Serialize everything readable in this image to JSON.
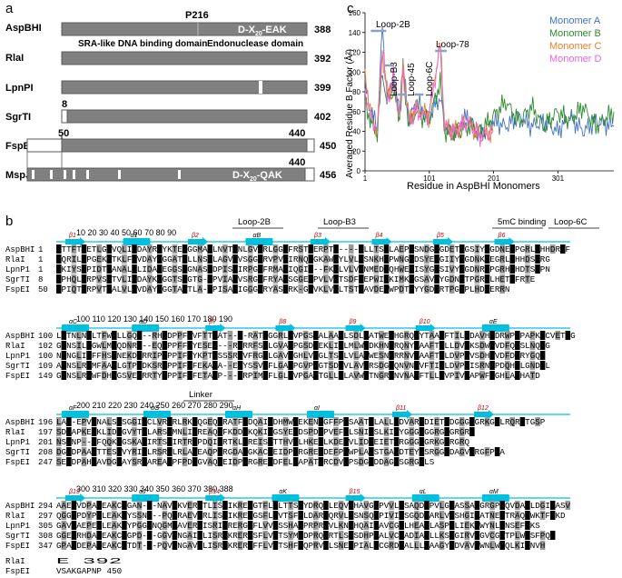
{
  "panel_a": {
    "label": "a",
    "bars": [
      {
        "name": "AspBHI",
        "length": "388"
      },
      {
        "name": "RlaI",
        "length": "392"
      },
      {
        "name": "LpnPI",
        "length": "399"
      },
      {
        "name": "SgrTI",
        "length": "402"
      },
      {
        "name": "FspEI",
        "length": "450"
      },
      {
        "name": "MspJI",
        "length": "456"
      }
    ],
    "p216_label": "P216",
    "aspbhi_motif": "D-X",
    "aspbhi_motif_sub": "20",
    "aspbhi_motif_end": "-EAK",
    "sra_domain": "SRA-like DNA binding domain",
    "endo_domain": "Endonuclease domain",
    "sgrti_start": "8",
    "fspei_start": "50",
    "fspei_end": "440",
    "mspji_end": "440",
    "mspji_motif": "D-X",
    "mspji_motif_sub": "20",
    "mspji_motif_end": "-QAK",
    "colors": {
      "bar": "#808080",
      "bar_edge": "#5a5a5a",
      "gap": "#ffffff"
    }
  },
  "panel_c": {
    "label": "c",
    "ylabel": "Averaged Residue B Factor (Å²)",
    "xlabel": "Residue in AspBHI Monomers",
    "yticks": [
      "0",
      "20",
      "40",
      "60",
      "80",
      "100",
      "120",
      "140",
      "160"
    ],
    "xticks": [
      "1",
      "101",
      "201",
      "301"
    ],
    "legend": [
      "Monomer A",
      "Monomer B",
      "Monomer C",
      "Monomer D"
    ],
    "annotations": [
      "Loop-2B",
      "Loop-B3",
      "Loop-45",
      "Loop-6C",
      "Loop-78"
    ],
    "colors": {
      "A": "#4472c4",
      "B": "#2e8b2e",
      "C": "#ed7d31",
      "D": "#e868d8"
    }
  },
  "chart_data": [
    {
      "type": "line",
      "title": "",
      "xlabel": "Residue in AspBHI Monomers",
      "ylabel": "Averaged Residue B Factor (Å²)",
      "xlim": [
        1,
        388
      ],
      "ylim": [
        0,
        160
      ],
      "grid": false,
      "legend_position": "top-right",
      "series": [
        {
          "name": "Monomer A",
          "x": [
            1,
            10,
            20,
            28,
            35,
            45,
            55,
            60,
            70,
            80,
            100,
            118,
            125,
            140,
            160,
            180,
            200,
            220,
            240,
            260,
            280,
            300,
            320,
            340,
            360,
            388
          ],
          "values": [
            85,
            60,
            45,
            145,
            75,
            90,
            60,
            105,
            50,
            70,
            55,
            75,
            45,
            40,
            55,
            35,
            50,
            45,
            55,
            45,
            50,
            40,
            55,
            40,
            50,
            45
          ]
        },
        {
          "name": "Monomer B",
          "x": [
            1,
            10,
            20,
            28,
            35,
            45,
            55,
            60,
            70,
            80,
            100,
            118,
            125,
            140,
            160,
            180,
            200,
            220,
            240,
            260,
            280,
            300,
            320,
            340,
            360,
            388
          ],
          "values": [
            70,
            50,
            40,
            100,
            70,
            80,
            55,
            95,
            45,
            60,
            50,
            90,
            40,
            35,
            45,
            40,
            55,
            70,
            50,
            65,
            45,
            60,
            50,
            65,
            45,
            60
          ]
        },
        {
          "name": "Monomer C",
          "x": [
            1,
            10,
            20,
            28,
            35,
            45,
            55,
            60,
            70,
            80,
            100,
            118,
            125,
            140,
            160,
            180,
            200
          ],
          "values": [
            100,
            55,
            40,
            120,
            80,
            85,
            60,
            110,
            50,
            65,
            55,
            130,
            45,
            40,
            50,
            35,
            40
          ]
        },
        {
          "name": "Monomer D",
          "x": [
            1,
            10,
            20,
            28,
            35,
            45,
            55,
            60,
            70,
            80,
            100,
            118,
            125,
            140,
            160,
            180,
            200
          ],
          "values": [
            80,
            55,
            40,
            130,
            70,
            95,
            55,
            100,
            50,
            60,
            55,
            125,
            45,
            40,
            50,
            35,
            40
          ]
        }
      ]
    }
  ],
  "panel_b": {
    "label": "b",
    "blocks": [
      {
        "ruler": "10        20        30        40        50        60        70        80        90",
        "annots": [
          "Loop-2B",
          "Loop-B3",
          "5mC binding",
          "Loop-6C"
        ],
        "rows": [
          {
            "name": "AspBHI",
            "start": "1",
            "seq": "MTTFTGETLGQVQLIVDAYRGYKTERGGMADLNVTVNLGVSRLGGGFRSTRERPT-----LLLTSNLAEPSSNDGIGDETGGSIYYGDNERPGRLAHHDRRF"
          },
          {
            "name": "RlaI",
            "start": "1",
            "seq": "MQRILRPGEKRTKLFVVDAYSGGATNLLNSKLAGVGVSGGFRVPVNIRNQKGKAWPYLVLTSNKHEPWNGEDSYEGGIIYYGDNKTEGRLAHHDSKRG"
          },
          {
            "name": "LpnP1",
            "start": "1",
            "seq": "MKIYSQPIDTLANALGLIDAYEGGSSGNAS-DPISRIRPGGFRMARIQGI---FKKLVLVSNMEDGQHWEDISYGGSIVYYGDNRTPGRHMHDTSRPN"
          },
          {
            "name": "SgrTI",
            "start": "8",
            "seq": "VPHQLVRPVSATVLIVDAYKNGGTSHGTG-DPVIARVSRGGFRYAASGGEVPVLVVTSDFHEPWIDKIMKDGSAVYYGDNSTPGRPLHETEFRTE"
          },
          {
            "name": "FspEI",
            "start": "50",
            "seq": "VPIQTVRPVTAALVLAVDAYRGGTAGTLA-DPISALIGGGFRYASPRK-GTVKLVVLTSTGAVDEPWPDTIYYGDNRTPGRPLHDTERRN"
          }
        ]
      },
      {
        "ruler": "100       110       120       130       140       150       160       170       180       190",
        "annots": [],
        "rows": [
          {
            "name": "AspBHI",
            "start": "100",
            "seq": "LHTNLNLLTFWALLGQ---RHLDPPFLVFTTEAT----RATFGGRLAVPGSPALAATLSDLVATWEWHGRQNYTAAAFTILLDAVHADRWPDPAPKHCVETSG"
          },
          {
            "name": "RlaI",
            "start": "102",
            "seq": "GKNSILRGWLMLQDNR---EQPPPFFVYESEE---RGRRFSGLGVAVPGSDKEKLIELMLWADKHNGRQNYNAAFTILLDVSKSDWRVDFQLSLNQYG"
          },
          {
            "name": "LpnP1",
            "start": "100",
            "seq": "NTNGLIKFFHSTNEKDARRIPPPPIFVYKPTASSSRSVFRGFLGAVPGHLVPGLTSDLVLAVWESNGRRNVNAAFTILDVPMVSDHRVDFDFRYGQD"
          },
          {
            "name": "SgrTI",
            "start": "109",
            "seq": "AFNSLRLMFAASLGTPADKSRPPPIFLFEKAAA--ERYSSVRFLGAVPGVPPGTSDLVLAVWRSDGRQNVNAVFTILLDVPRISRNWPDQHHLGNDPL"
          },
          {
            "name": "FspEI",
            "start": "149",
            "seq": "GANSLRIWFDHAGSVEDRRTYPPPIFLFETAPP---ERPIMRFLGLAVPGAATGLLVLAVWRTNGRQNVNAAFTLLDVPIVSAPWFDGHLAGHATD"
          }
        ]
      },
      {
        "ruler": "200       210       220       230       240       250       260       270       280       290",
        "annots": [
          "Linker"
        ],
        "rows": [
          {
            "name": "AspBHI",
            "start": "196",
            "seq": "LA--EPVANALSASGGIRCLVRSRLRKAQGEQFRATFEDQAIADHMWCEKENFGFFPCSAATTLALLPDVARLDIETWDGGGCGRKGRLRQRGTGSP"
          },
          {
            "name": "RlaI",
            "start": "197",
            "seq": "SDFAPKEKKLIDKGVYTTLARSRMNLIAREAQPFKDDDKQKIRGSYEVDSPDNPVEFDLSNIHSLKIHYGGGGGGRGQGRGRC"
          },
          {
            "name": "LpnP1",
            "start": "201",
            "seq": "NSLNP---FQQKIGSKADIRTSSIRTRQPDQIPRTKLEREISHTTHVELHKEPLKDENVLIDDEIETWRGGGGGRKGRRGRQ"
          },
          {
            "name": "SgrTI",
            "start": "208",
            "seq": "DGEDPAARTTESRVYRILLRSRVLRLAREAQPFRGDAVGKACLEIDPVRGREHDEFPAWPLAPSTGAVDTEYPSRGGDDAGVGRGFPAA"
          },
          {
            "name": "FspEI",
            "start": "247",
            "seq": "SEHDPAHTAVDGRAYSRIAREAQPFPDTGVAQLEIDPERGREHDFELPAPATGRCDVTPSDGGDDAGGSGRGPLS"
          }
        ]
      },
      {
        "ruler": "300       310       320       330       340       350       360       370       380      388",
        "annots": [],
        "rows": [
          {
            "name": "AspBHI",
            "start": "294",
            "seq": "AAEEVDPALEAKCYGAN---NAVGKVERVTLISRIKRERGTFLVLTTSVYDRQALEQVTHAVGHPVVLTSAQDIPVLGLASSAVGRGPTQVDAWLDGITASV"
          },
          {
            "name": "RlaI",
            "start": "297",
            "seq": "QGGAPDYPALEAKCYSSN---PQVRAEVVRLISRIKRERGSFLVVTSFVLDARQQRVLESNSQHPIVIISGQDIARLVLSHGIKATNEATRAQLWKTFPKD"
          },
          {
            "name": "LpnP1",
            "start": "305",
            "seq": "GAVVAEPEFLEAKCYPGGLNQGMNAVERLISRIRRERGAFLVVTSSHADPRPRQVLKNKHQAILAVCGRLHEADLASPGLIEKEWYNLWNSEFSKS"
          },
          {
            "name": "SgrTI",
            "start": "308",
            "seq": "GGEVRHDALEAKCYGPD---GGVVNGAIRLISRIKRERGSFLVVTSYMLDPRQQRTLSTSDHPIALVCGADIALLLKSYGIRVVGVCGRTPLWQSFPQP"
          },
          {
            "name": "FspEI",
            "start": "347",
            "seq": "GPAIDEPALEAKCYTDT---PQVVNGAVRLISRIKRERGFFLVVTSHFNQPRVTLSNEHPIALVCGRDIALLLRAAGYADVAVAWNLWRQLKIPNVH"
          }
        ]
      },
      {
        "ruler": "",
        "annots": [],
        "rows": [
          {
            "name": "RlaI",
            "start": "",
            "seq": "E         392"
          },
          {
            "name": "FspEI",
            "start": "",
            "seq": "VSAKGAPNP 450"
          }
        ]
      }
    ],
    "ss_labels": [
      [
        "β1",
        "α1",
        "β2",
        "αB",
        "β3",
        "β4",
        "β5",
        "β6"
      ],
      [
        "αC",
        "αD",
        "β7",
        "β8",
        "β9",
        "β10",
        "αE"
      ],
      [
        "αF",
        "αG",
        "αH",
        "αI",
        "β11",
        "β12"
      ],
      [
        "β13",
        "αJ",
        "β14",
        "αK",
        "β15",
        "αL",
        "αM"
      ]
    ]
  }
}
